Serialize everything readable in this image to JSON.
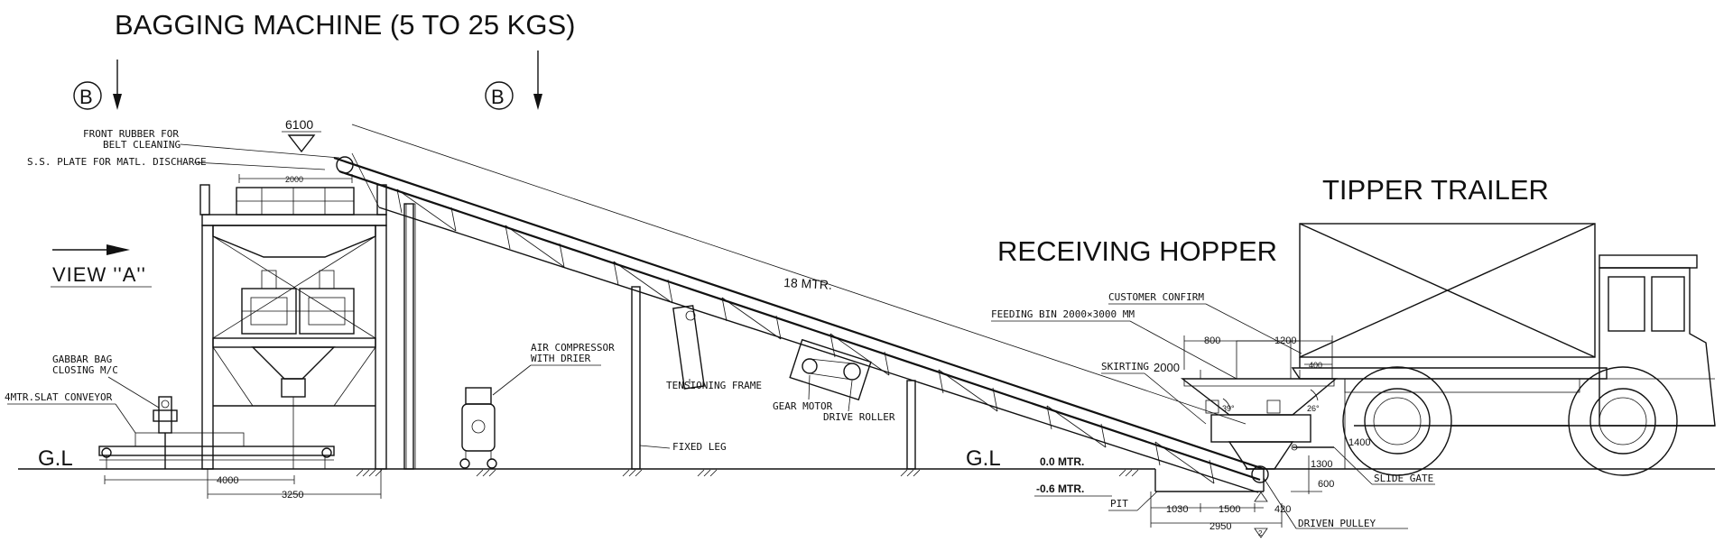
{
  "titles": {
    "bagging_machine": "BAGGING MACHINE (5 TO 25 KGS)",
    "receiving_hopper": "RECEIVING HOPPER",
    "tipper_trailer": "TIPPER TRAILER"
  },
  "section_markers": {
    "left": "B",
    "right": "B"
  },
  "view_label": "VIEW ''A''",
  "ground_labels": {
    "left": "G.L",
    "right": "G.L"
  },
  "levels": {
    "zero": "0.0 MTR.",
    "pit_level": "-0.6 MTR."
  },
  "callouts": {
    "front_rubber_1": "FRONT RUBBER FOR",
    "front_rubber_2": "BELT CLEANING",
    "ss_plate": "S.S. PLATE FOR MATL. DISCHARGE",
    "gabbar_1": "GABBAR BAG",
    "gabbar_2": "CLOSING M/C",
    "slat_conveyor": "4MTR.SLAT CONVEYOR",
    "air_comp_1": "AIR COMPRESSOR",
    "air_comp_2": "WITH DRIER",
    "tensioning_frame": "TENSIONING FRAME",
    "gear_motor": "GEAR MOTOR",
    "drive_roller": "DRIVE ROLLER",
    "fixed_leg": "FIXED LEG",
    "feeding_bin": "FEEDING BIN 2000×3000 MM",
    "customer_confirm": "CUSTOMER CONFIRM",
    "skirting": "SKIRTING",
    "slide_gate": "SLIDE GATE",
    "driven_pulley": "DRIVEN PULLEY",
    "pit": "PIT"
  },
  "dimensions": {
    "height_6100": "6100",
    "d2000_top": "2000",
    "conveyor_length": "18  MTR.",
    "d4000": "4000",
    "d3250": "3250",
    "d800": "800",
    "d1200": "1200",
    "d400": "400",
    "d2000_skirt": "2000",
    "d1400": "1400",
    "d1300": "1300",
    "d600": "600",
    "d1030": "1030",
    "d1500": "1500",
    "d420": "420",
    "d2950": "2950",
    "angle_39": "39°",
    "angle_26": "26°",
    "rev_2": "2"
  }
}
